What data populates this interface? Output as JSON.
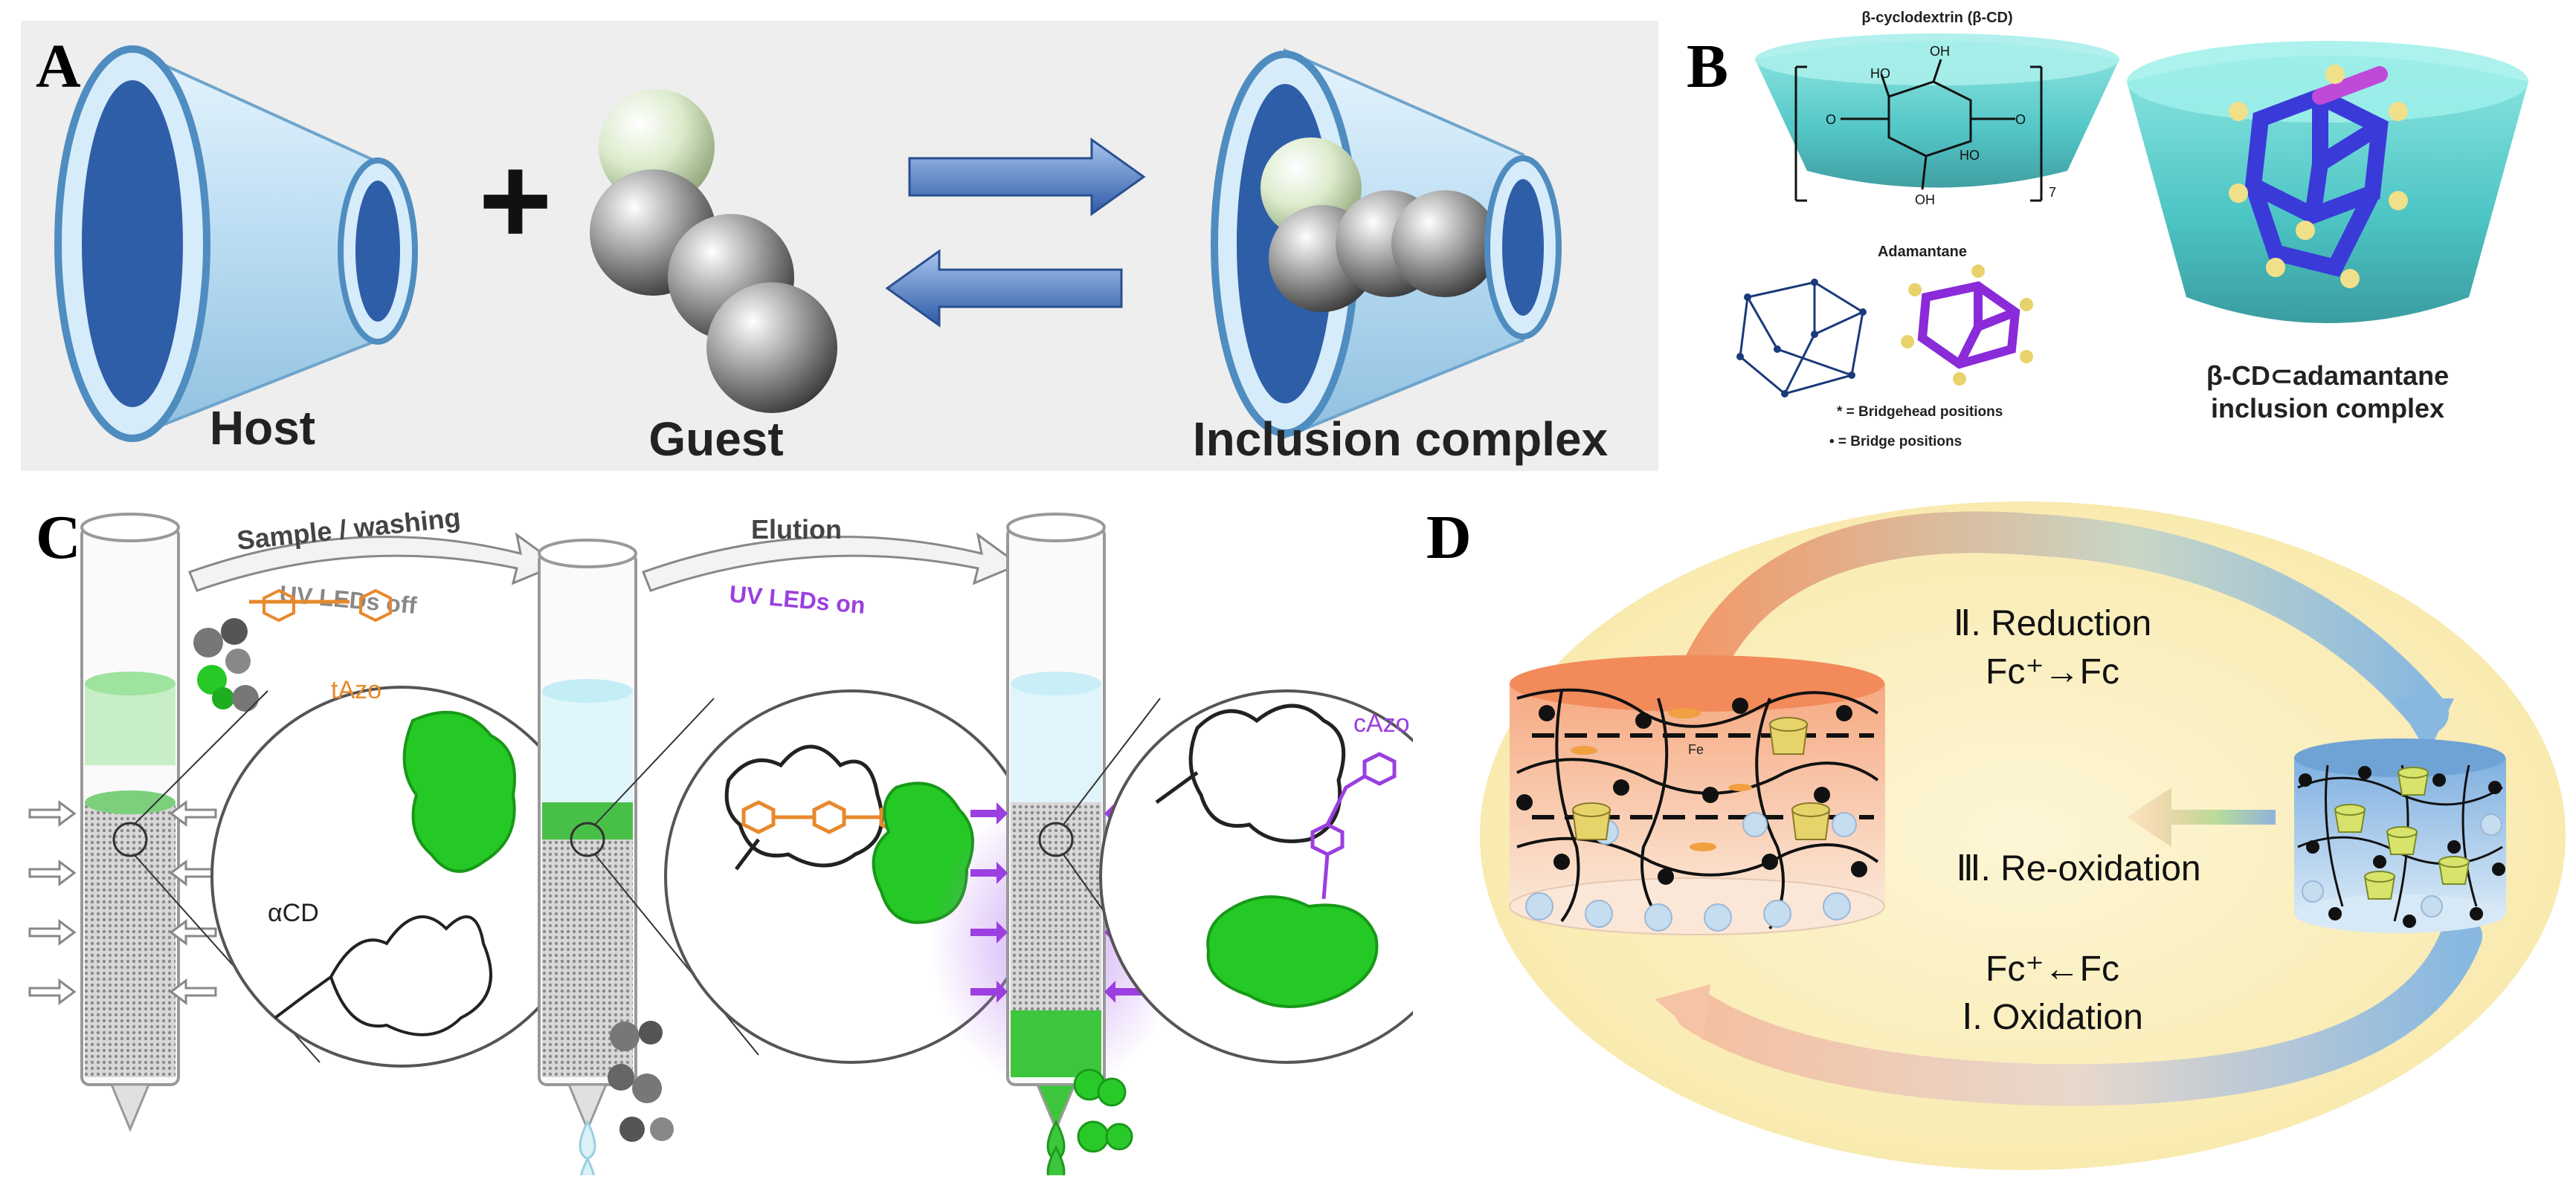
{
  "panel_a": {
    "label": "A",
    "host_label": "Host",
    "guest_label": "Guest",
    "complex_label": "Inclusion complex",
    "plus_sign": "+"
  },
  "panel_b": {
    "label": "B",
    "cd_title": "β-cyclodextrin (β-CD)",
    "subscript_seven": "7",
    "adamantane_title": "Adamantane",
    "legend_bridgehead": "* = Bridgehead positions",
    "legend_bridge": "• = Bridge positions",
    "complex_line1": "β-CD⊂adamantane",
    "complex_line2": "inclusion complex",
    "atom_ho1": "HO",
    "atom_ho2": "HO",
    "atom_oh1": "OH",
    "atom_oh2": "OH",
    "atom_o1": "O",
    "atom_o2": "O"
  },
  "panel_c": {
    "label": "C",
    "step1_title": "Sample / washing",
    "step1_sub": "UV LEDs off",
    "step2_title": "Elution",
    "step2_sub": "UV LEDs on",
    "tazo": "tAzo",
    "acd": "αCD",
    "cazo": "cAzo"
  },
  "panel_d": {
    "label": "D",
    "reduction_step": "Ⅱ. Reduction",
    "reduction_eq": "Fc⁺→Fc",
    "reoxidation_step": "Ⅲ. Re-oxidation",
    "oxidation_eq": "Fc⁺←Fc",
    "oxidation_step": "Ⅰ. Oxidation",
    "fe_label": "Fe"
  },
  "colors": {
    "host_light_blue": "#bfe0f4",
    "host_dark_blue": "#2a5fae",
    "guest_green": "#d9ecc8",
    "teal_cd": "#3fc1c0",
    "purple_uv": "#9b3fe0",
    "orange_azo": "#e8892b",
    "protein_green": "#2fd12f",
    "panel_d_bg": "#fbefc0"
  }
}
